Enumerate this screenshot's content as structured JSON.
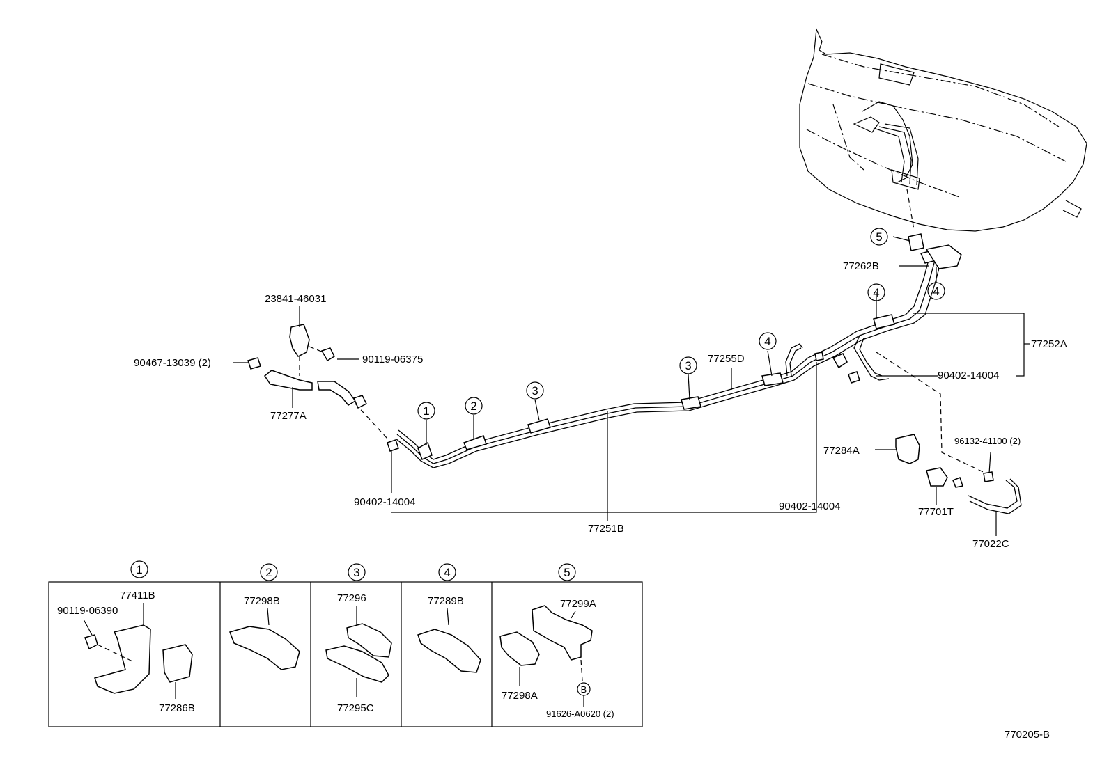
{
  "diagram": {
    "drawing_number": "770205-B",
    "part_labels": [
      {
        "id": "p1",
        "text": "23841-46031"
      },
      {
        "id": "p2",
        "text": "90119-06375"
      },
      {
        "id": "p3",
        "text": "90467-13039 (2)"
      },
      {
        "id": "p4",
        "text": "77277A"
      },
      {
        "id": "p5",
        "text": "90402-14004"
      },
      {
        "id": "p6",
        "text": "77251B"
      },
      {
        "id": "p7",
        "text": "77255D"
      },
      {
        "id": "p8",
        "text": "90402-14004"
      },
      {
        "id": "p9",
        "text": "90402-14004"
      },
      {
        "id": "p10",
        "text": "77252A"
      },
      {
        "id": "p11",
        "text": "77262B"
      },
      {
        "id": "p12",
        "text": "96132-41100 (2)"
      },
      {
        "id": "p13",
        "text": "77284A"
      },
      {
        "id": "p14",
        "text": "77701T"
      },
      {
        "id": "p15",
        "text": "77022C"
      }
    ],
    "callouts": [
      {
        "id": "c1",
        "text": "1"
      },
      {
        "id": "c2",
        "text": "2"
      },
      {
        "id": "c3",
        "text": "3"
      },
      {
        "id": "c4",
        "text": "3"
      },
      {
        "id": "c5",
        "text": "4"
      },
      {
        "id": "c6",
        "text": "4"
      },
      {
        "id": "c7",
        "text": "4"
      },
      {
        "id": "c8",
        "text": "5"
      }
    ],
    "detail_boxes": [
      {
        "id": "d1",
        "number": "1",
        "labels": [
          "77411B",
          "90119-06390",
          "77286B"
        ]
      },
      {
        "id": "d2",
        "number": "2",
        "labels": [
          "77298B"
        ]
      },
      {
        "id": "d3",
        "number": "3",
        "labels": [
          "77296",
          "77295C"
        ]
      },
      {
        "id": "d4",
        "number": "4",
        "labels": [
          "77289B"
        ]
      },
      {
        "id": "d5",
        "number": "5",
        "labels": [
          "77299A",
          "77298A",
          "91626-A0620 (2)"
        ],
        "marker": "B"
      }
    ]
  }
}
